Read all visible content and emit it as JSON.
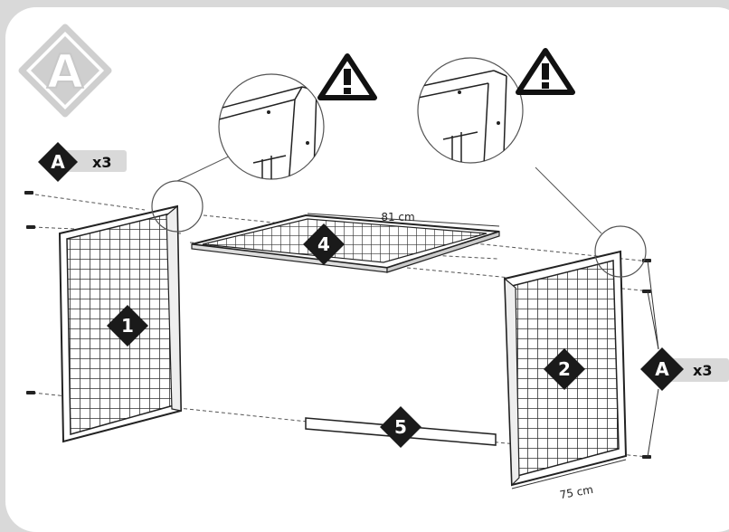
{
  "step_label": "A",
  "screws_left": {
    "letter": "A",
    "qty": "x3"
  },
  "screws_right": {
    "letter": "A",
    "qty": "x3"
  },
  "parts": [
    "1",
    "2",
    "4",
    "5"
  ],
  "dimensions": {
    "width": "81 cm",
    "depth": "75 cm"
  },
  "warning_icon": "warning-icon",
  "colors": {
    "badge": "#1a1a1a",
    "qty_panel": "#d9d9d9"
  }
}
